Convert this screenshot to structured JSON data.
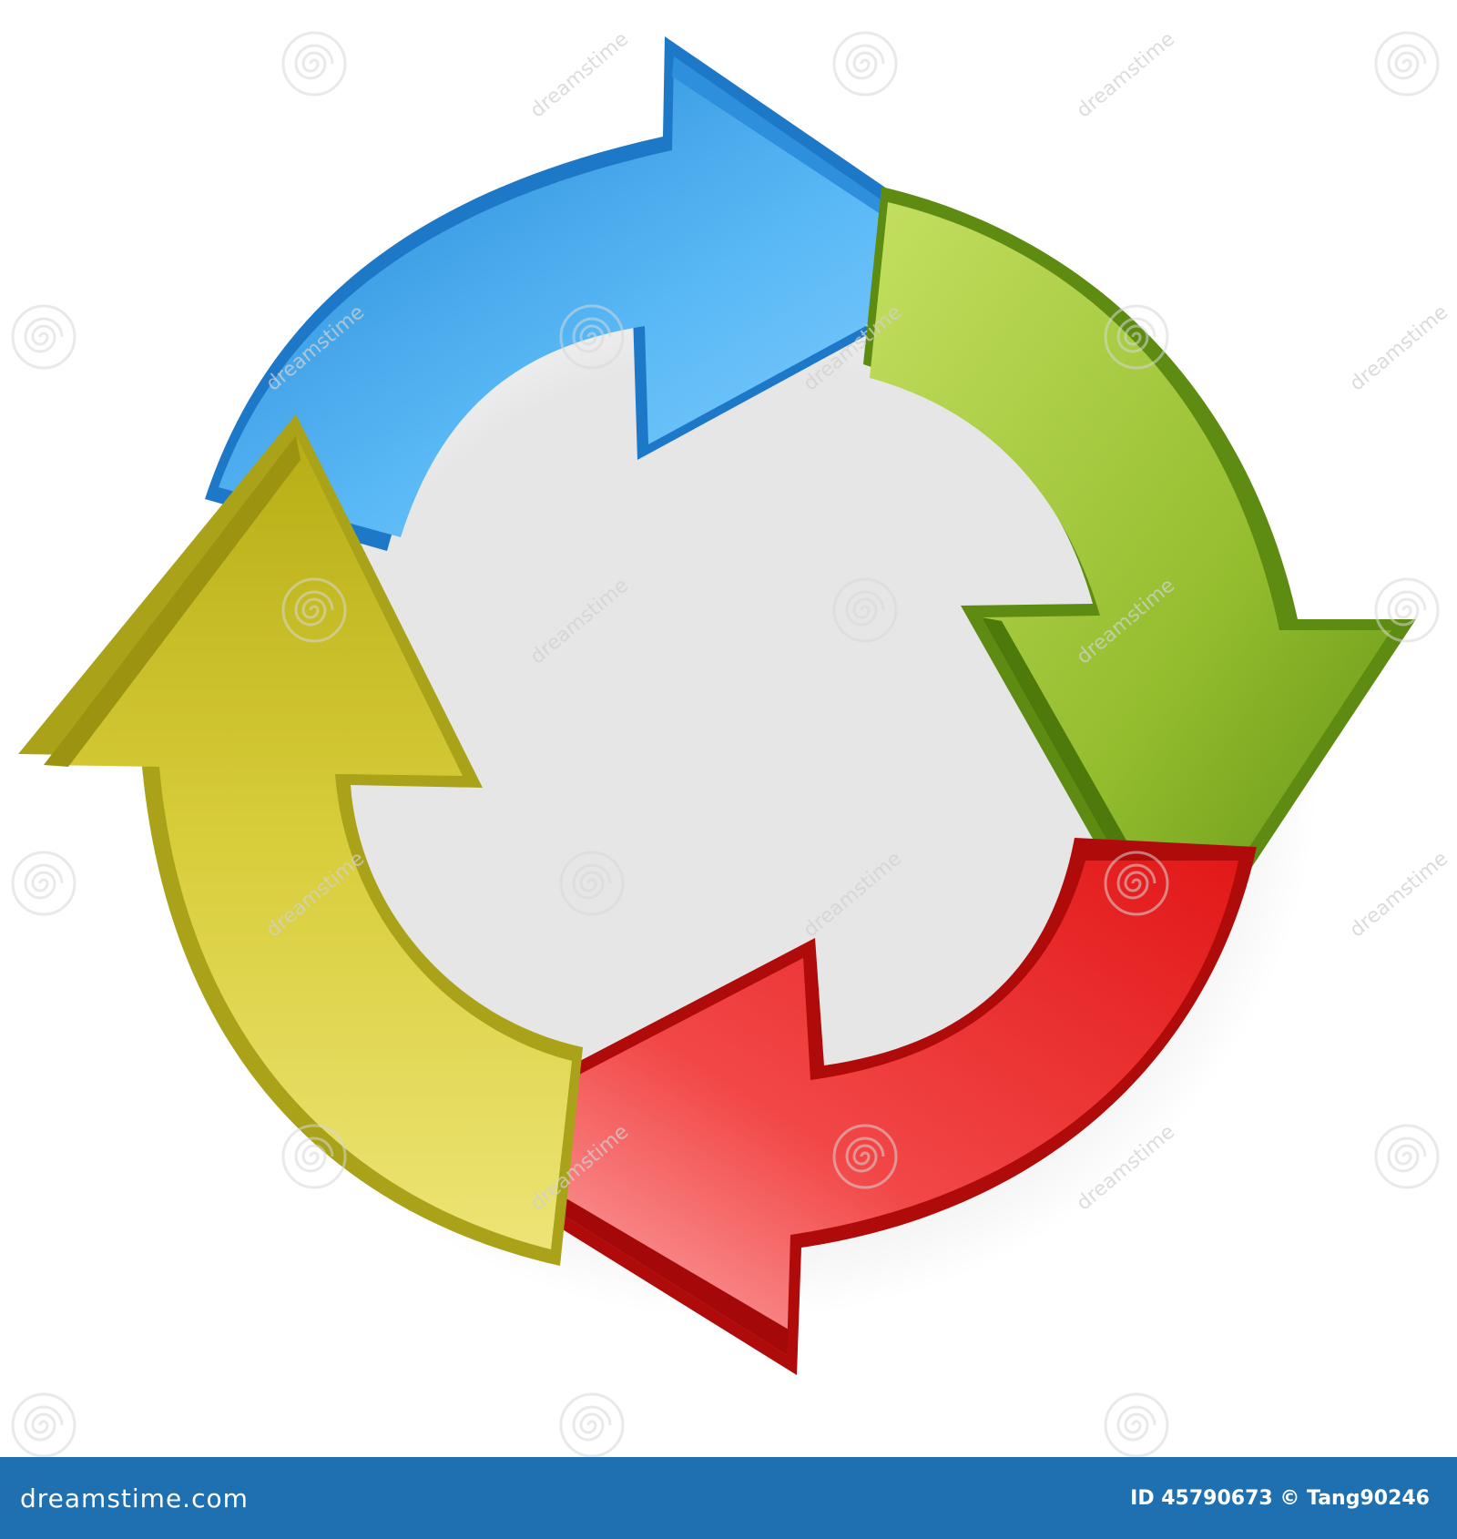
{
  "footer": {
    "brand": "dreamstime.com",
    "credit": "ID 45790673 © Tang90246",
    "background_color": "#1f70b0"
  },
  "watermark": {
    "text": "dreamstime",
    "icon": "spiral-logo-icon"
  },
  "arrows": [
    {
      "name": "blue",
      "color": "#3fa7f0",
      "direction": "clockwise"
    },
    {
      "name": "green",
      "color": "#9cc232",
      "direction": "clockwise"
    },
    {
      "name": "red",
      "color": "#ee2a2a",
      "direction": "clockwise"
    },
    {
      "name": "yellow",
      "color": "#d4c83a",
      "direction": "clockwise"
    }
  ]
}
